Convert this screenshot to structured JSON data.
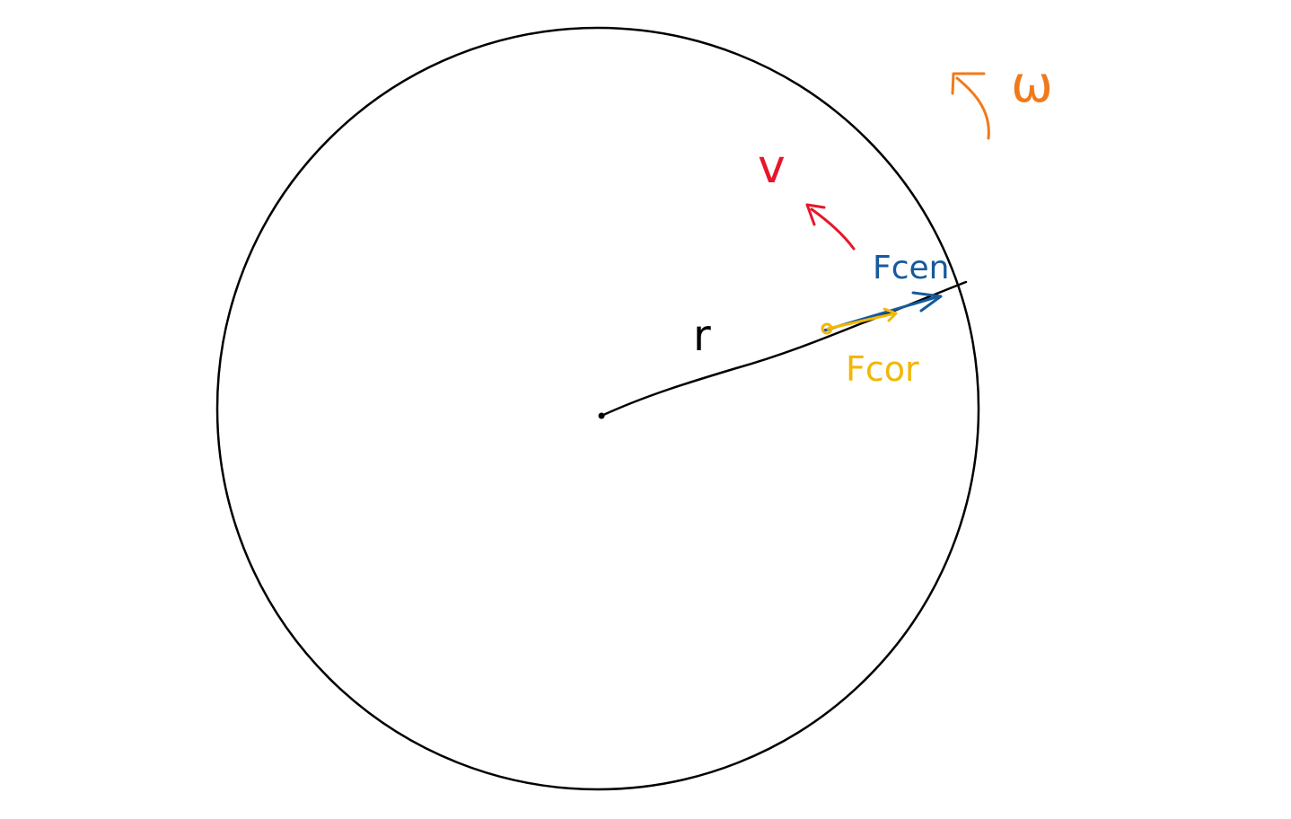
{
  "labels": {
    "radius": "r",
    "angular_velocity": "ω",
    "velocity": "v",
    "centrifugal_force": "Fcen",
    "coriolis_force": "Fcor"
  },
  "colors": {
    "outline": "#000000",
    "angular_velocity": "#f07a1a",
    "velocity": "#e8162a",
    "centrifugal_force": "#155a9c",
    "coriolis_force": "#f2b705",
    "background": "#ffffff"
  }
}
